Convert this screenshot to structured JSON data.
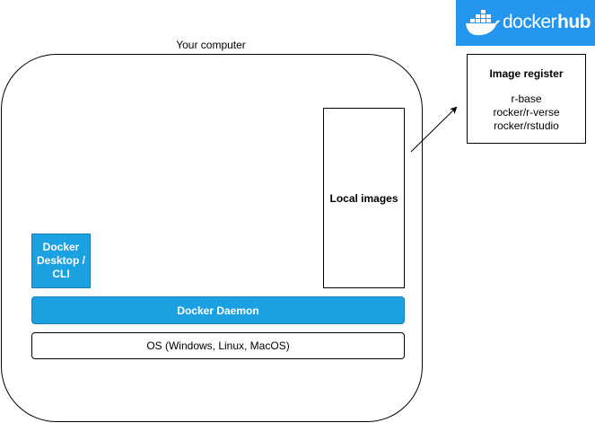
{
  "computer": {
    "title": "Your computer"
  },
  "local_images": {
    "label": "Local images"
  },
  "docker_desktop": {
    "label": "Docker Desktop / CLI"
  },
  "daemon": {
    "label": "Docker Daemon"
  },
  "os": {
    "label": "OS (Windows, Linux, MacOS)"
  },
  "docker_hub": {
    "brand_docker": "docker",
    "brand_hub": "hub",
    "icon": "docker-whale-icon"
  },
  "registry": {
    "title": "Image register",
    "images": [
      "r-base",
      "rocker/r-verse",
      "rocker/rstudio"
    ]
  },
  "colors": {
    "component_fill": "#1ba1e2",
    "hub_blue": "#2496ed",
    "outline": "#000000"
  }
}
